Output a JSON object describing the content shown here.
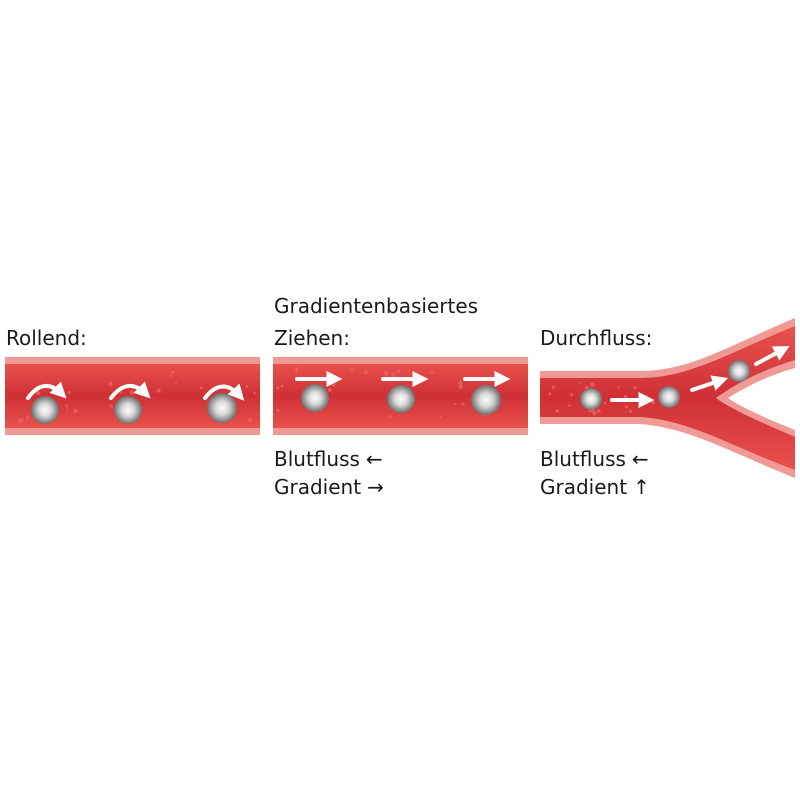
{
  "panels": {
    "rolling": {
      "title": "Rollend:"
    },
    "gradient_pull": {
      "title_line1": "Gradientenbasiertes",
      "title_line2": "Ziehen:",
      "legend": {
        "bloodflow": {
          "label": "Blutfluss",
          "arrow": "←"
        },
        "gradient": {
          "label": "Gradient",
          "arrow": "→"
        }
      }
    },
    "flow_through": {
      "title": "Durchfluss:",
      "legend": {
        "bloodflow": {
          "label": "Blutfluss",
          "arrow": "←"
        },
        "gradient": {
          "label": "Gradient",
          "arrow": "↑"
        }
      }
    }
  },
  "colors": {
    "vessel_wall": "#e0413e",
    "vessel_lumen": "#c82b32",
    "vessel_highlight": "#f2a0a0",
    "blood_cell_dot": "#e8605c",
    "particle": "#bfbfbf",
    "arrow": "#ffffff",
    "text": "#1a1a1a"
  }
}
